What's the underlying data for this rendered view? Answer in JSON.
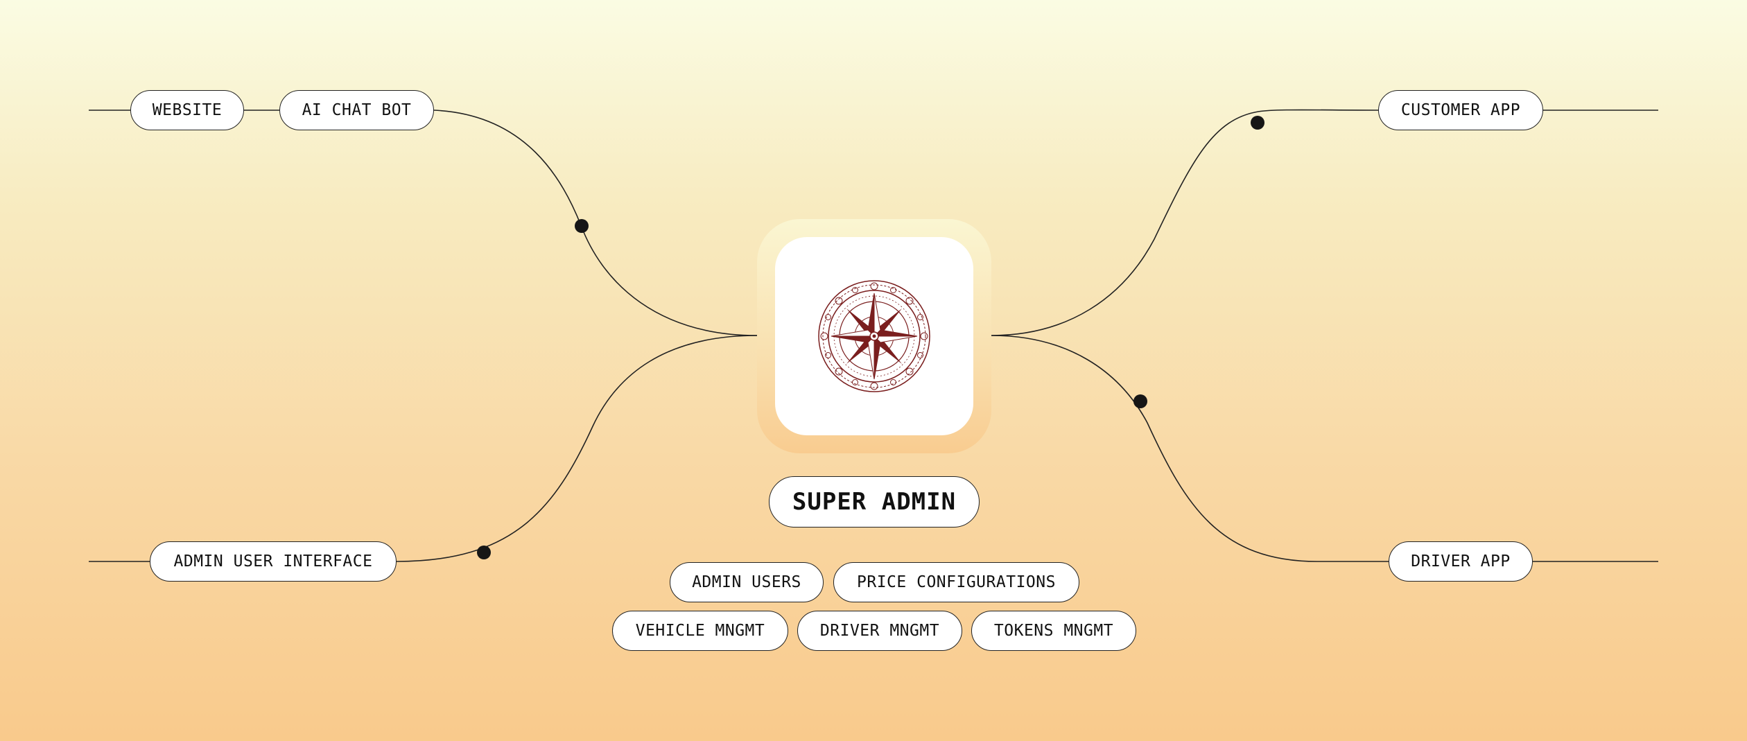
{
  "center": {
    "title": "SUPER ADMIN",
    "logo": "compass-rose-logo"
  },
  "branches": {
    "left_top": [
      "WEBSITE",
      "AI CHAT BOT"
    ],
    "left_bottom": "ADMIN USER INTERFACE",
    "right_top": "CUSTOMER APP",
    "right_bottom": "DRIVER APP"
  },
  "modules": [
    "ADMIN USERS",
    "PRICE CONFIGURATIONS",
    "VEHICLE MNGMT",
    "DRIVER MNGMT",
    "TOKENS MNGMT"
  ],
  "colors": {
    "line": "#222222",
    "dot": "#161616",
    "logo": "#7A1E1E"
  }
}
